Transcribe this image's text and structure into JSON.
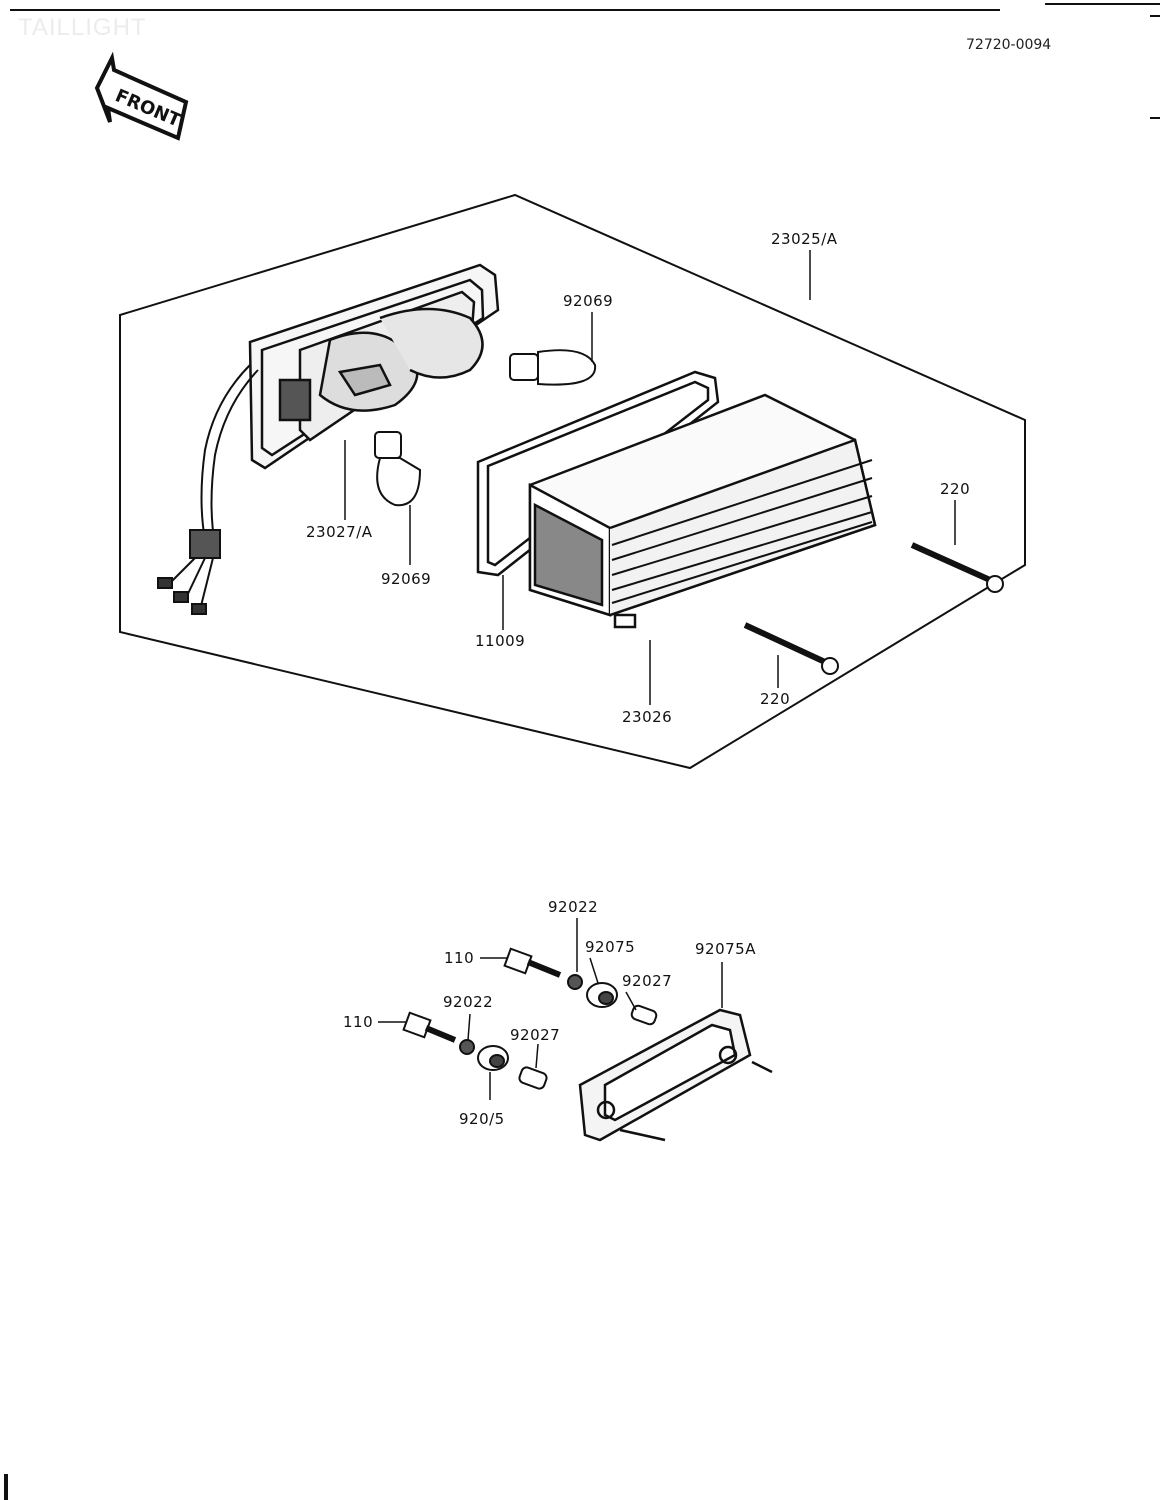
{
  "header": {
    "title": "TAILLIGHT",
    "code": "72720-0094",
    "front_label": "FRONT"
  },
  "taillight_assembly": {
    "labels": {
      "assembly": "23025/A",
      "bulb_upper": "92069",
      "lamp_unit": "23027/A",
      "bulb_lower": "92069",
      "gasket": "11009",
      "lens": "23026",
      "screw_right": "220",
      "screw_lower": "220"
    }
  },
  "license_light": {
    "labels": {
      "washer_top": "92022",
      "bolt_top": "110",
      "grommet_top": "92075",
      "bracket": "92075A",
      "collar_top": "92027",
      "bolt_left": "110",
      "washer_left": "92022",
      "collar_left": "92027",
      "grommet_left": "920/5"
    }
  },
  "colors": {
    "ink": "#111111",
    "paper": "#ffffff",
    "faint_title": "#ececec"
  }
}
